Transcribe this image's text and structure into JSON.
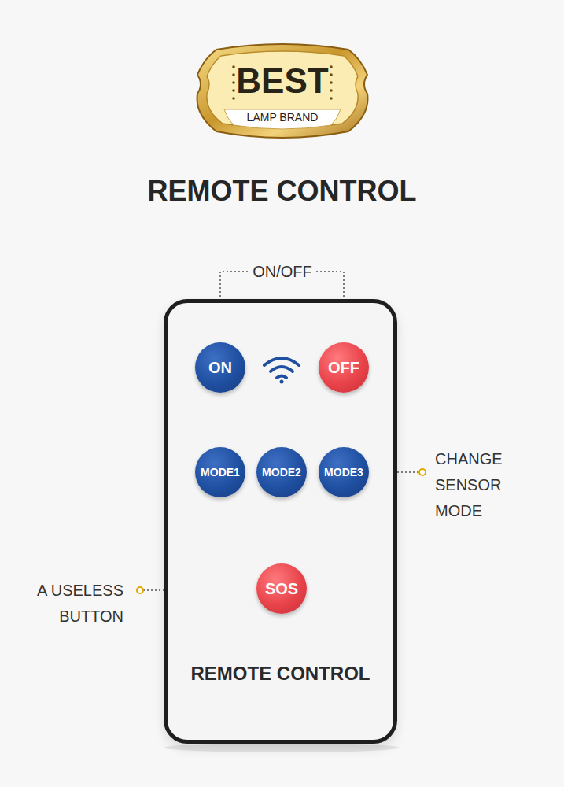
{
  "diagram": {
    "title": "REMOTE CONTROL",
    "nodes": [
      {
        "text": [
          "BEST",
          "LAMP BRAND"
        ]
      },
      {
        "text": [
          "REMOTE CONTROL"
        ]
      },
      {
        "text": [
          "ON"
        ],
        "in": 1
      },
      {
        "text": [
          "OFF"
        ],
        "in": 1
      },
      {
        "text": [
          "MODE1"
        ],
        "in": 1
      },
      {
        "text": [
          "MODE2"
        ],
        "in": 1
      },
      {
        "text": [
          "MODE3"
        ],
        "in": 1
      },
      {
        "text": [
          "SOS"
        ],
        "in": 1
      }
    ],
    "labels": [
      "ON/OFF",
      "CHANGE SENSOR MODE",
      "A USELESS BUTTON"
    ]
  }
}
